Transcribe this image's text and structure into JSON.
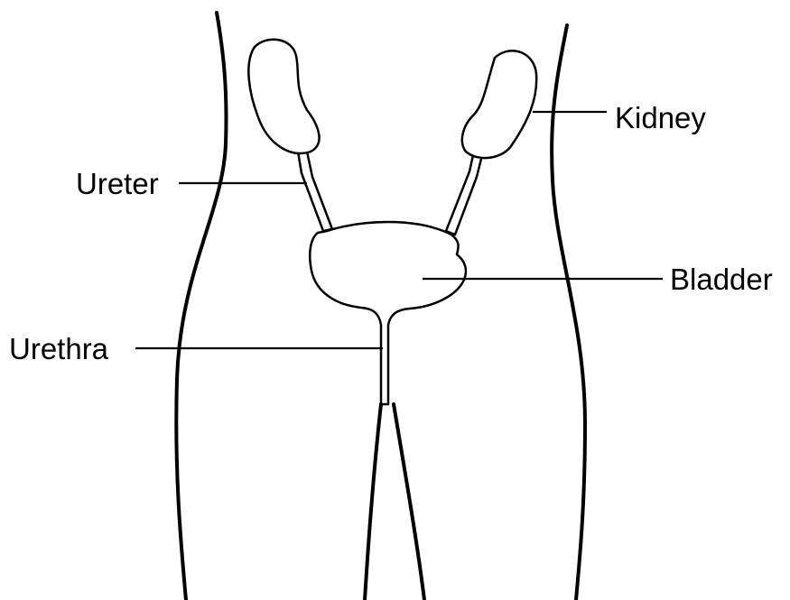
{
  "labels": {
    "kidney": "Kidney",
    "ureter": "Ureter",
    "bladder": "Bladder",
    "urethra": "Urethra"
  },
  "colors": {
    "line": "#000000",
    "background": "#ffffff"
  }
}
